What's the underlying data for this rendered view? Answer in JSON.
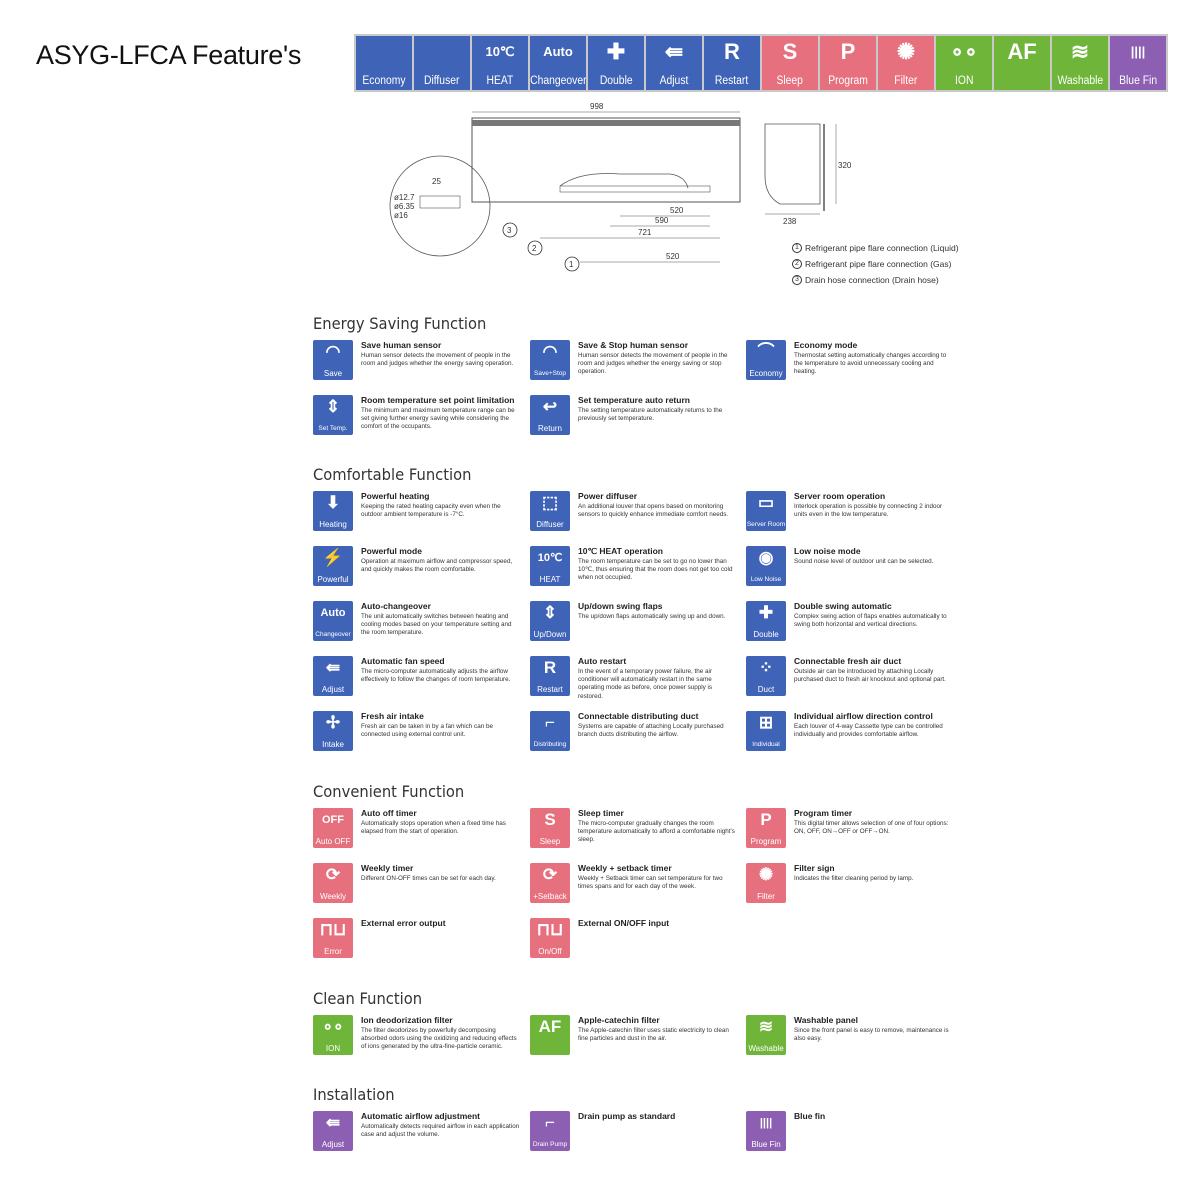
{
  "title": "ASYG-LFCA Feature's",
  "header_icons": [
    {
      "label": "Economy",
      "glyph": "",
      "color": "blue",
      "icon": "economy-curve-icon"
    },
    {
      "label": "Diffuser",
      "glyph": "",
      "color": "blue",
      "icon": "diffuser-person-icon"
    },
    {
      "label": "HEAT",
      "glyph": "10℃",
      "color": "blue",
      "icon": "heat-10c-icon"
    },
    {
      "label": "Changeover",
      "glyph": "Auto",
      "color": "blue",
      "icon": "auto-changeover-icon"
    },
    {
      "label": "Double",
      "glyph": "✚",
      "color": "blue",
      "icon": "double-swing-icon"
    },
    {
      "label": "Adjust",
      "glyph": "⇚",
      "color": "blue",
      "icon": "adjust-arrows-icon"
    },
    {
      "label": "Restart",
      "glyph": "R",
      "color": "blue",
      "icon": "restart-r-icon"
    },
    {
      "label": "Sleep",
      "glyph": "S",
      "color": "pink",
      "icon": "sleep-s-icon"
    },
    {
      "label": "Program",
      "glyph": "P",
      "color": "pink",
      "icon": "program-p-icon"
    },
    {
      "label": "Filter",
      "glyph": "✺",
      "color": "pink",
      "icon": "filter-sun-icon"
    },
    {
      "label": "ION",
      "glyph": "∘∘",
      "color": "green",
      "icon": "ion-dots-icon"
    },
    {
      "label": "",
      "glyph": "AF",
      "color": "green",
      "icon": "apple-filter-icon"
    },
    {
      "label": "Washable",
      "glyph": "≋",
      "color": "green",
      "icon": "washable-panel-icon"
    },
    {
      "label": "Blue Fin",
      "glyph": "||||",
      "color": "purple",
      "icon": "blue-fin-icon"
    }
  ],
  "drawing": {
    "width": "998",
    "depth": "238",
    "height": "320",
    "dims": [
      "25",
      "520",
      "590",
      "721",
      "520"
    ],
    "pipes": [
      "ø12.7",
      "ø6.35",
      "ø16"
    ],
    "callouts": [
      "1",
      "2",
      "3"
    ],
    "legend": [
      {
        "num": "1",
        "text": "Refrigerant pipe flare connection (Liquid)"
      },
      {
        "num": "2",
        "text": "Refrigerant pipe flare connection (Gas)"
      },
      {
        "num": "3",
        "text": "Drain hose connection (Drain hose)"
      }
    ]
  },
  "sections": [
    {
      "title": "Energy Saving Function",
      "features": [
        {
          "title": "Save human sensor",
          "label": "Save",
          "glyph": "◜◝",
          "color": "#3f63b6",
          "icon": "human-sensor-icon",
          "desc": "Human sensor detects the movement of people in the room and judges whether the energy saving operation."
        },
        {
          "title": "Save & Stop human sensor",
          "label": "Save+Stop",
          "glyph": "◜◝",
          "color": "#3f63b6",
          "icon": "save-stop-sensor-icon",
          "desc": "Human sensor detects the movement of people in the room and judges whether the energy saving or stop operation."
        },
        {
          "title": "Economy mode",
          "label": "Economy",
          "glyph": "⌒",
          "color": "#3f63b6",
          "icon": "economy-mode-icon",
          "desc": "Thermostat setting automatically changes according to the temperature to avoid unnecessary cooling and heating."
        },
        {
          "title": "Room temperature set point limitation",
          "label": "Set Temp.",
          "glyph": "⇕",
          "color": "#3f63b6",
          "icon": "set-temp-icon",
          "desc": "The minimum and maximum temperature range can be set giving further energy saving while considering the comfort of the occupants."
        },
        {
          "title": "Set temperature auto return",
          "label": "Return",
          "glyph": "↩",
          "color": "#3f63b6",
          "icon": "return-icon",
          "desc": "The setting temperature automatically returns to the previously set temperature."
        }
      ]
    },
    {
      "title": "Comfortable Function",
      "features": [
        {
          "title": "Powerful heating",
          "label": "Heating",
          "glyph": "⬇",
          "color": "#3f63b6",
          "icon": "powerful-heating-icon",
          "desc": "Keeping the rated heating capacity even when the outdoor ambient temperature is -7°C."
        },
        {
          "title": "Power diffuser",
          "label": "Diffuser",
          "glyph": "⬚",
          "color": "#3f63b6",
          "icon": "power-diffuser-icon",
          "desc": "An additional louver that opens based on monitoring sensors to quickly enhance immediate comfort needs."
        },
        {
          "title": "Server room operation",
          "label": "Server Room",
          "glyph": "▭",
          "color": "#3f63b6",
          "icon": "server-room-icon",
          "desc": "Interlock operation is possible by connecting 2 indoor units even in the low temperature."
        },
        {
          "title": "Powerful mode",
          "label": "Powerful",
          "glyph": "⚡",
          "color": "#3f63b6",
          "icon": "powerful-mode-icon",
          "desc": "Operation at maximum airflow and compressor speed, and quickly makes the room comfortable."
        },
        {
          "title": "10℃ HEAT operation",
          "label": "HEAT",
          "glyph": "10℃",
          "color": "#3f63b6",
          "icon": "heat-10c-operation-icon",
          "desc": "The room temperature can be set to go no lower than 10℃, thus ensuring that the room does not get too cold when not occupied."
        },
        {
          "title": "Low noise mode",
          "label": "Low Noise",
          "glyph": "◉",
          "color": "#3f63b6",
          "icon": "low-noise-icon",
          "desc": "Sound noise level of outdoor unit can be selected."
        },
        {
          "title": "Auto-changeover",
          "label": "Changeover",
          "glyph": "Auto",
          "color": "#3f63b6",
          "icon": "auto-changeover-feature-icon",
          "desc": "The unit automatically switches between heating and cooling modes based on your temperature setting and the room temperature."
        },
        {
          "title": "Up/down swing flaps",
          "label": "Up/Down",
          "glyph": "⇕",
          "color": "#3f63b6",
          "icon": "updown-swing-icon",
          "desc": "The up/down flaps automatically swing up and down."
        },
        {
          "title": "Double swing automatic",
          "label": "Double",
          "glyph": "✚",
          "color": "#3f63b6",
          "icon": "double-swing-feature-icon",
          "desc": "Complex swing action of flaps enables automatically to swing both horizontal and vertical directions."
        },
        {
          "title": "Automatic fan speed",
          "label": "Adjust",
          "glyph": "⇚",
          "color": "#3f63b6",
          "icon": "fan-speed-icon",
          "desc": "The micro-computer automatically adjusts the airflow effectively to follow the changes of room temperature."
        },
        {
          "title": "Auto restart",
          "label": "Restart",
          "glyph": "R",
          "color": "#3f63b6",
          "icon": "auto-restart-icon",
          "desc": "In the event of a temporary power failure, the air conditioner will automatically restart in the same operating mode as before, once power supply is restored."
        },
        {
          "title": "Connectable fresh air duct",
          "label": "Duct",
          "glyph": "⁘",
          "color": "#3f63b6",
          "icon": "fresh-air-duct-icon",
          "desc": "Outside air can be introduced by attaching Locally purchased duct to fresh air knockout and optional part."
        },
        {
          "title": "Fresh air intake",
          "label": "Intake",
          "glyph": "✢",
          "color": "#3f63b6",
          "icon": "fresh-air-intake-icon",
          "desc": "Fresh air can be taken in by a fan which can be connected using external control unit."
        },
        {
          "title": "Connectable distributing duct",
          "label": "Distributing",
          "glyph": "⌐",
          "color": "#3f63b6",
          "icon": "distributing-duct-icon",
          "desc": "Systems are capable of attaching Locally purchased branch ducts distributing the airflow."
        },
        {
          "title": "Individual airflow direction control",
          "label": "Individual",
          "glyph": "⊞",
          "color": "#3f63b6",
          "icon": "individual-airflow-icon",
          "desc": "Each louver of 4-way Cassette type can be controlled individually and provides comfortable airflow."
        }
      ]
    },
    {
      "title": "Convenient Function",
      "features": [
        {
          "title": "Auto off timer",
          "label": "Auto OFF",
          "glyph": "OFF",
          "color": "#e7707f",
          "icon": "auto-off-timer-icon",
          "desc": "Automatically stops operation when a fixed time has elapsed from the start of operation."
        },
        {
          "title": "Sleep timer",
          "label": "Sleep",
          "glyph": "S",
          "color": "#e7707f",
          "icon": "sleep-timer-icon",
          "desc": "The micro-computer gradually changes the room temperature automatically to afford a comfortable night's sleep."
        },
        {
          "title": "Program timer",
          "label": "Program",
          "glyph": "P",
          "color": "#e7707f",
          "icon": "program-timer-icon",
          "desc": "This digital timer allows selection of one of four options: ON, OFF, ON→OFF or OFF→ON."
        },
        {
          "title": "Weekly timer",
          "label": "Weekly",
          "glyph": "⟳",
          "color": "#e7707f",
          "icon": "weekly-timer-icon",
          "desc": "Different ON-OFF times can be set for each day."
        },
        {
          "title": "Weekly + setback timer",
          "label": "+Setback",
          "glyph": "⟳",
          "color": "#e7707f",
          "icon": "setback-timer-icon",
          "desc": "Weekly + Setback timer can set temperature for two times spans and for each day of the week."
        },
        {
          "title": "Filter sign",
          "label": "Filter",
          "glyph": "✺",
          "color": "#e7707f",
          "icon": "filter-sign-icon",
          "desc": "Indicates the filter cleaning period by lamp."
        },
        {
          "title": "External error output",
          "label": "Error",
          "glyph": "⊓⊔",
          "color": "#e7707f",
          "icon": "error-output-icon",
          "desc": ""
        },
        {
          "title": "External ON/OFF input",
          "label": "On/Off",
          "glyph": "⊓⊔",
          "color": "#e7707f",
          "icon": "onoff-input-icon",
          "desc": ""
        }
      ]
    },
    {
      "title": "Clean Function",
      "features": [
        {
          "title": "Ion deodorization filter",
          "label": "ION",
          "glyph": "∘∘",
          "color": "#6fb53a",
          "icon": "ion-filter-icon",
          "desc": "The filter deodorizes by powerfully decomposing absorbed odors using the oxidizing and reducing effects of ions generated by the ultra-fine-particle ceramic."
        },
        {
          "title": "Apple-catechin filter",
          "label": "",
          "glyph": "AF",
          "color": "#6fb53a",
          "icon": "apple-catechin-icon",
          "desc": "The Apple-catechin filter uses static electricity to clean fine particles and dust in the air."
        },
        {
          "title": "Washable panel",
          "label": "Washable",
          "glyph": "≋",
          "color": "#6fb53a",
          "icon": "washable-feature-icon",
          "desc": "Since the front panel is easy to remove, maintenance is also easy."
        }
      ]
    },
    {
      "title": "Installation",
      "features": [
        {
          "title": "Automatic airflow adjustment",
          "label": "Adjust",
          "glyph": "⇚",
          "color": "#8d5fb2",
          "icon": "airflow-adjust-icon",
          "desc": "Automatically detects required airflow in each application case and adjust the volume."
        },
        {
          "title": "Drain pump as standard",
          "label": "Drain Pump",
          "glyph": "⌐",
          "color": "#8d5fb2",
          "icon": "drain-pump-icon",
          "desc": ""
        },
        {
          "title": "Blue fin",
          "label": "Blue Fin",
          "glyph": "||||",
          "color": "#8d5fb2",
          "icon": "blue-fin-feature-icon",
          "desc": ""
        }
      ]
    }
  ]
}
